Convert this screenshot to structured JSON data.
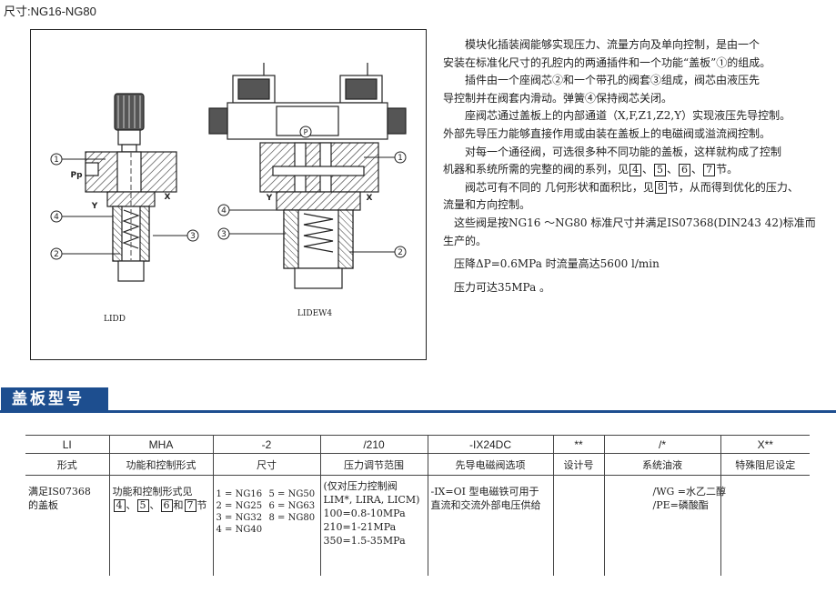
{
  "header": {
    "size_title": "尺寸:NG16-NG80"
  },
  "figure": {
    "left_label": "LIDD",
    "right_label": "LIDEW4",
    "callouts": {
      "c1": "1",
      "c2": "2",
      "c3": "3",
      "c4": "4"
    },
    "ports": {
      "pp": "Pp",
      "x_left": "X",
      "y_left": "Y",
      "x_right": "X",
      "y_right": "Y",
      "p": "P"
    }
  },
  "description": {
    "p1_l1": "模块化插装阀能够实现压力、流量方向及单向控制，是由一个",
    "p1_l2": "安装在标准化尺寸的孔腔内的两通插件和一个功能“盖板”①的组成。",
    "p2_l1": "插件由一个座阀芯②和一个带孔的阀套③组成，阀芯由液压先",
    "p2_l2": "导控制并在阀套内滑动。弹簧④保持阀芯关闭。",
    "p3_l1": "座阀芯通过盖板上的内部通道（X,F,Z1,Z2,Y）实现液压先导控制。",
    "p3_l2": "外部先导压力能够直接作用或由装在盖板上的电磁阀或溢流阀控制。",
    "p4_l1": "对每一个通径阀，可选很多种不同功能的盖板，这样就构成了控制",
    "p4_l2_pre": "机器和系统所需的完整的阀的系列，见",
    "p4_refs": [
      "4",
      "5",
      "6",
      "7"
    ],
    "p4_l2_sep": "、",
    "p4_l2_post": "节。",
    "p5_l1_pre": "阀芯可有不同的 几何形状和面积比，见",
    "p5_ref": "8",
    "p5_l1_post": "节，从而得到优化的压力、",
    "p5_l2": "流量和方向控制。",
    "p6_l1": "这些阀是按NG16 ～NG80 标准尺寸并满足IS07368(DIN243 42)标准而",
    "p6_l2": "生产的。",
    "p7": "压降ΔP=0.6MPa 时流量高达5600  l/min",
    "p8": "压力可达35MPa 。"
  },
  "section": {
    "title": "盖板型号"
  },
  "code_table": {
    "codes": [
      "LI",
      "MHA",
      "-2",
      "/210",
      "-IX24DC",
      "**",
      "/*",
      "X**"
    ],
    "heads": [
      "形式",
      "功能和控制形式",
      "尺寸",
      "压力调节范围",
      "先导电磁阀选项",
      "设计号",
      "系统油液",
      "特殊阻尼设定"
    ],
    "form": {
      "l1": "满足IS07368",
      "l2": "的盖板"
    },
    "function": {
      "l1": "功能和控制形式见",
      "refs": [
        "4",
        "5",
        "6",
        "7"
      ],
      "sep": "、",
      "and": "和",
      "post": "节"
    },
    "sizes": [
      "1 = NG16",
      "5 = NG50",
      "2 = NG25",
      "6 = NG63",
      "3 = NG32",
      "8 = NG80",
      "4 = NG40",
      ""
    ],
    "pressure": {
      "note1": "(仅对压力控制阀",
      "note2": "LIM*, LIRA, LICM)",
      "r1": "100=0.8-10MPa",
      "r2": "210=1-21MPa",
      "r3": "350=1.5-35MPa"
    },
    "pilot": {
      "l1": "-IX=OI 型电磁铁可用于",
      "l2": "直流和交流外部电压供给"
    },
    "fluid": {
      "l1": "/WG =水乙二醇",
      "l2": "/PE=磷酸酯"
    }
  }
}
